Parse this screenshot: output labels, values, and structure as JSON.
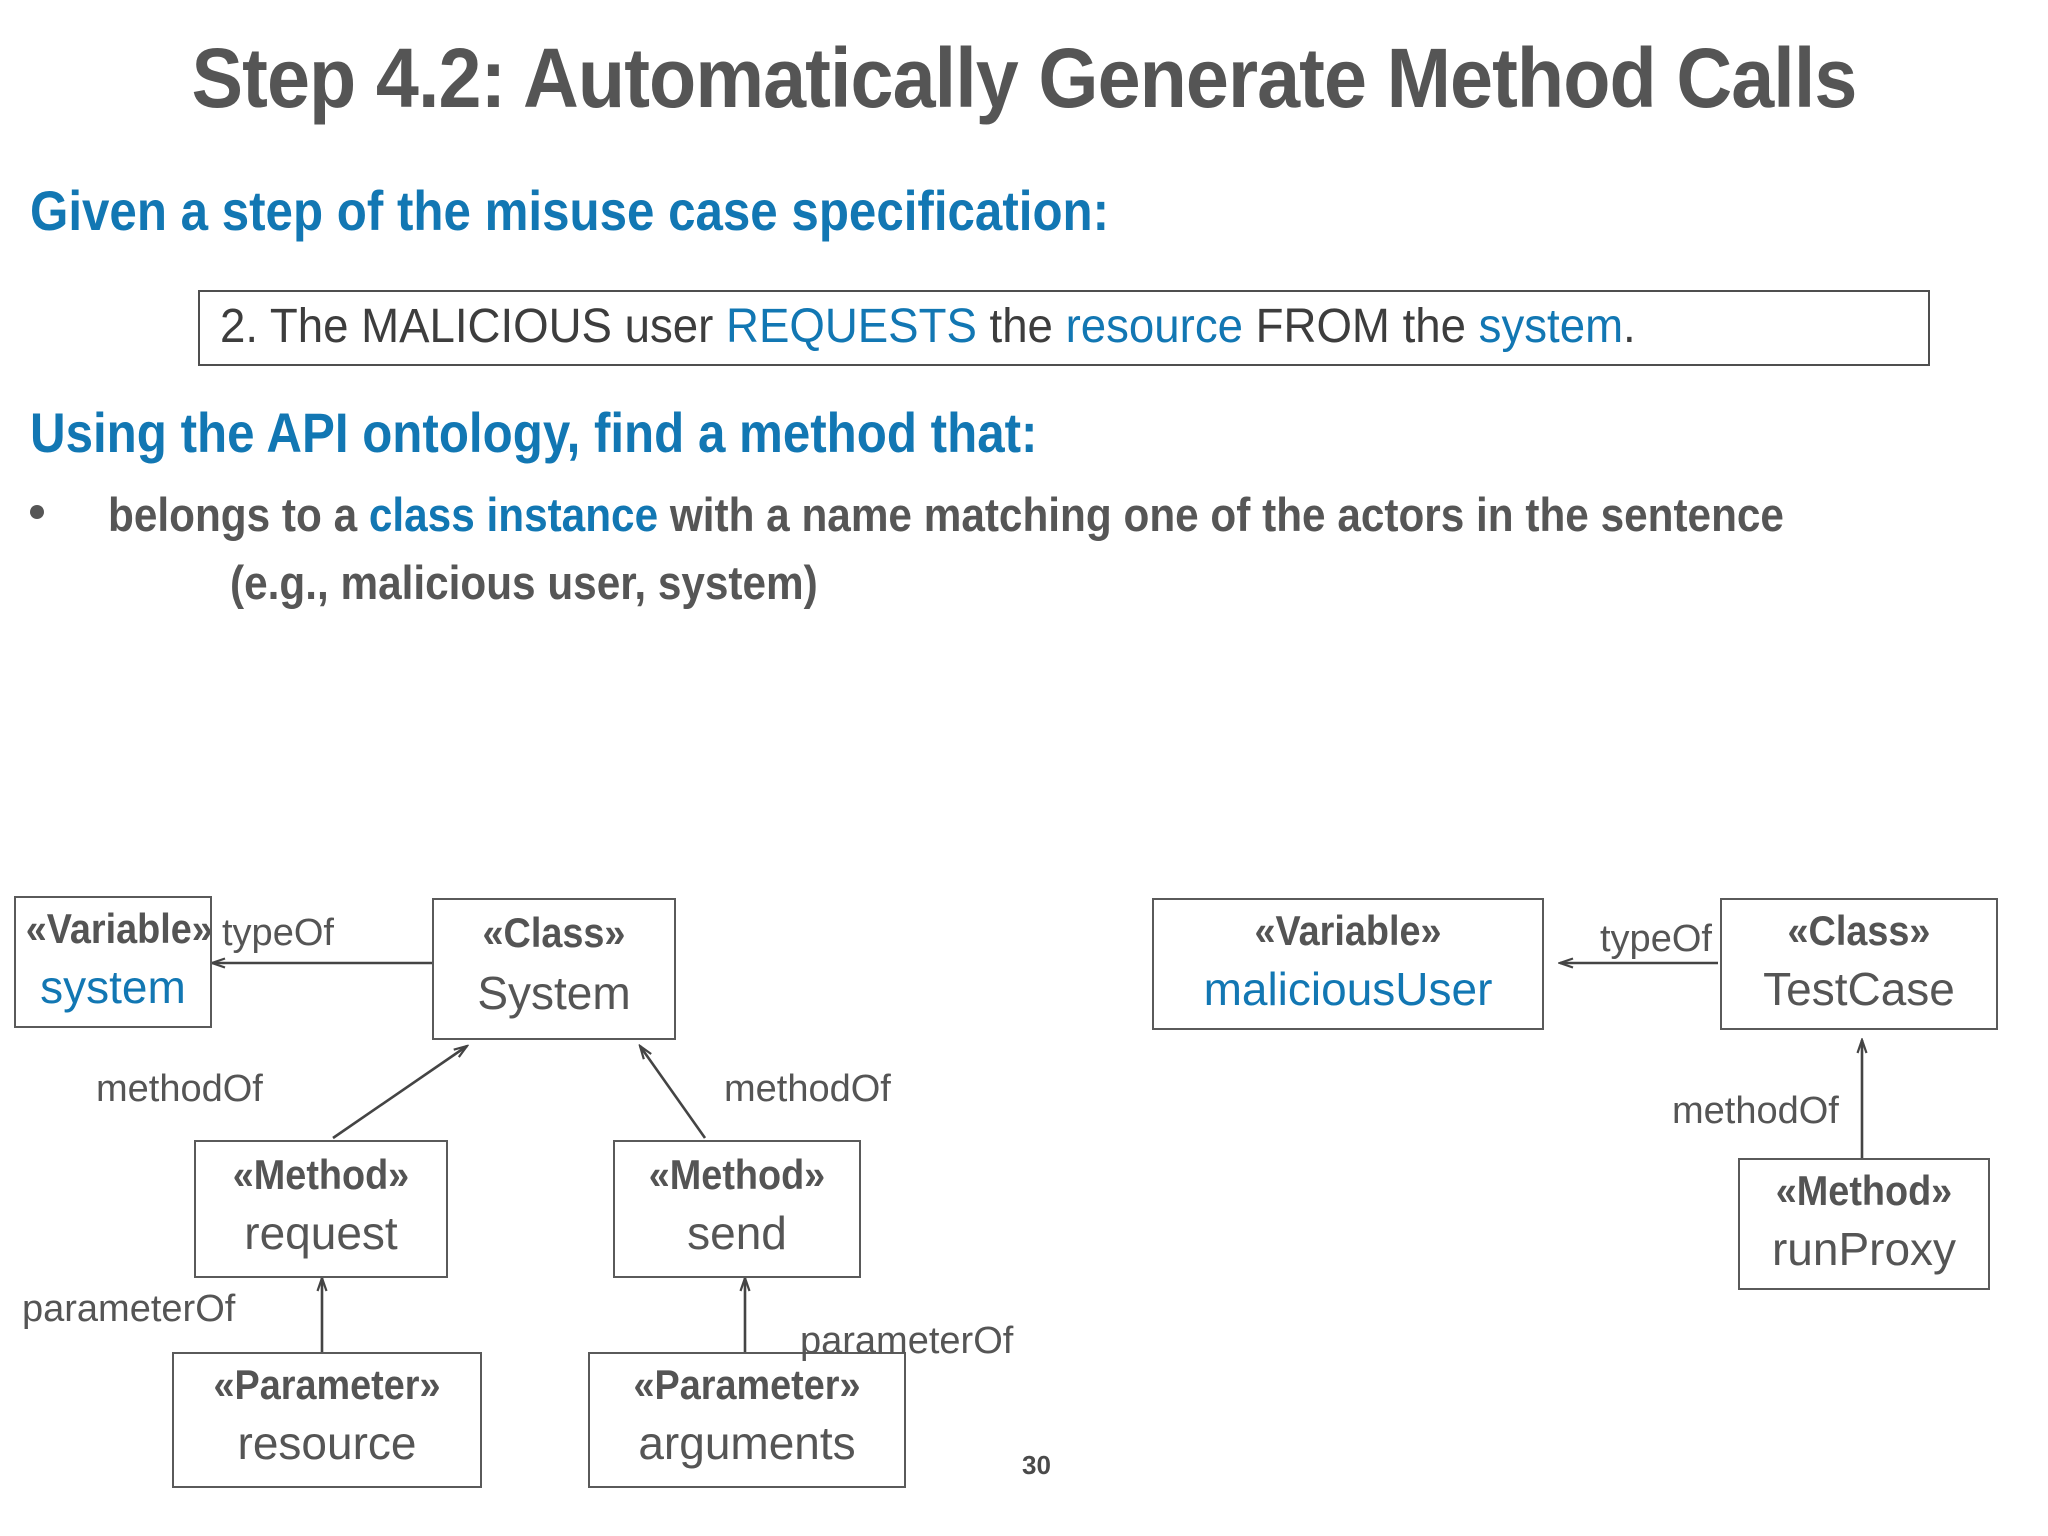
{
  "slide": {
    "title": "Step 4.2: Automatically Generate Method Calls",
    "page_number": "30",
    "colors": {
      "accent_blue": "#1277b3",
      "text_gray": "#555555",
      "border_gray": "#5a5a5a"
    }
  },
  "headings": {
    "given": "Given a step of the misuse case specification:",
    "using": "Using the API ontology, find a method that:"
  },
  "sentence_box": {
    "parts": [
      {
        "text": "2. The MALICIOUS user ",
        "highlight": false
      },
      {
        "text": "REQUESTS",
        "highlight": true
      },
      {
        "text": " the ",
        "highlight": false
      },
      {
        "text": "resource",
        "highlight": true
      },
      {
        "text": " FROM the ",
        "highlight": false
      },
      {
        "text": "system",
        "highlight": true
      },
      {
        "text": ".",
        "highlight": false
      }
    ],
    "plain": "2. The MALICIOUS user REQUESTS the resource FROM the system."
  },
  "bullet": {
    "marker": "•",
    "line1_parts": [
      {
        "text": "belongs to a ",
        "highlight": false
      },
      {
        "text": "class instance",
        "highlight": true
      },
      {
        "text": " with a name matching one of the actors in the sentence",
        "highlight": false
      }
    ],
    "line1_plain": "belongs to a class instance with a name matching one of the actors in the sentence",
    "line2": "(e.g., malicious user, system)"
  },
  "ontology": {
    "left_graph": {
      "nodes": [
        {
          "id": "var-system",
          "stereotype": "«Variable»",
          "name": "system",
          "name_blue": true
        },
        {
          "id": "class-system",
          "stereotype": "«Class»",
          "name": "System",
          "name_blue": false
        },
        {
          "id": "method-request",
          "stereotype": "«Method»",
          "name": "request",
          "name_blue": false
        },
        {
          "id": "method-send",
          "stereotype": "«Method»",
          "name": "send",
          "name_blue": false
        },
        {
          "id": "param-resource",
          "stereotype": "«Parameter»",
          "name": "resource",
          "name_blue": false
        },
        {
          "id": "param-arguments",
          "stereotype": "«Parameter»",
          "name": "arguments",
          "name_blue": false
        }
      ],
      "edges": [
        {
          "id": "e-typeof-system",
          "label": "typeOf",
          "from": "class-system",
          "to": "var-system"
        },
        {
          "id": "e-methodof-request",
          "label": "methodOf",
          "from": "method-request",
          "to": "class-system"
        },
        {
          "id": "e-methodof-send",
          "label": "methodOf",
          "from": "method-send",
          "to": "class-system"
        },
        {
          "id": "e-paramof-resource",
          "label": "parameterOf",
          "from": "param-resource",
          "to": "method-request"
        },
        {
          "id": "e-paramof-arguments",
          "label": "parameterOf",
          "from": "param-arguments",
          "to": "method-send"
        }
      ]
    },
    "right_graph": {
      "nodes": [
        {
          "id": "var-malicioususer",
          "stereotype": "«Variable»",
          "name": "maliciousUser",
          "name_blue": true
        },
        {
          "id": "class-testcase",
          "stereotype": "«Class»",
          "name": "TestCase",
          "name_blue": false
        },
        {
          "id": "method-runproxy",
          "stereotype": "«Method»",
          "name": "runProxy",
          "name_blue": false
        }
      ],
      "edges": [
        {
          "id": "e-typeof-testcase",
          "label": "typeOf",
          "from": "class-testcase",
          "to": "var-malicioususer"
        },
        {
          "id": "e-methodof-runproxy",
          "label": "methodOf",
          "from": "method-runproxy",
          "to": "class-testcase"
        }
      ]
    }
  }
}
